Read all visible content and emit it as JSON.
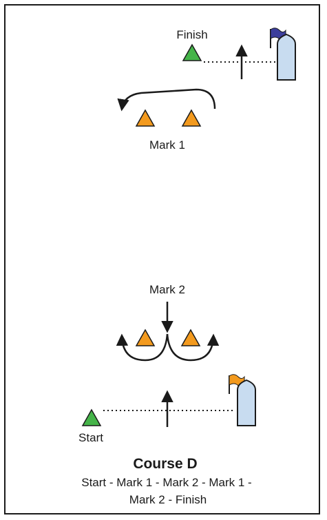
{
  "labels": {
    "finish": "Finish",
    "mark1": "Mark 1",
    "mark2": "Mark 2",
    "start": "Start"
  },
  "title": "Course D",
  "route_line1": "Start - Mark 1 - Mark 2 - Mark 1 -",
  "route_line2": "Mark 2 - Finish",
  "colors": {
    "mark": "#f39a1e",
    "start_finish_mark": "#45b449",
    "boat": "#c8dcf0",
    "finish_flag": "#3c3e9c",
    "start_flag": "#f39a1e",
    "line": "#1a1a1a"
  }
}
